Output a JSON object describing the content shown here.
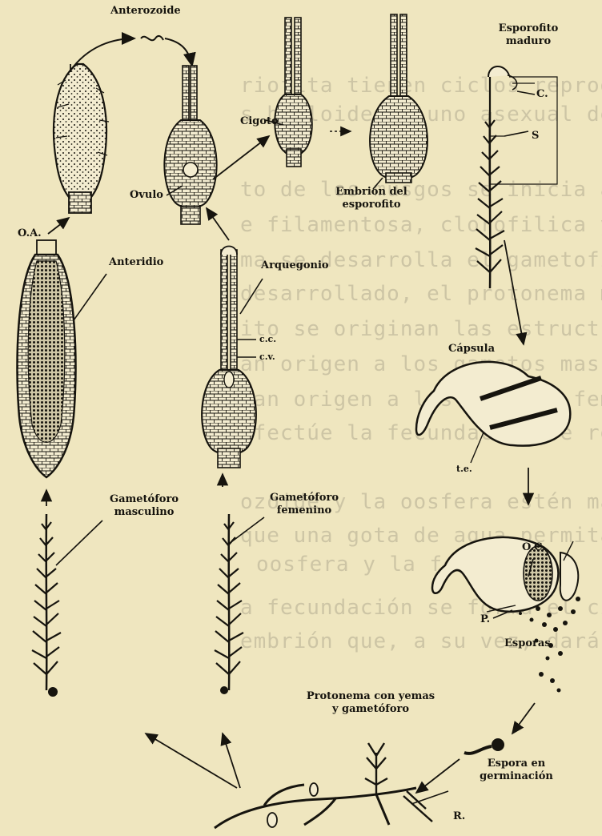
{
  "background_text": [
    "riofita tienen ciclos reproductivos al",
    "s haploides y uno asexual de ...",
    "to de los musgos se inicia a partir de la",
    "e filamentosa, clorofilica y de crecimiento",
    "ma se desarrolla el gametofito ...",
    "desarrollado, el protonema muere.",
    "ito se originan las estructuras reproductoras",
    "an origen a los gametos masculinos ...",
    "Dan origen a los gametos femeninos ...",
    "efectúe la fecundación se requiere ...",
    "ozoide y la oosfera estén maduros.",
    "que una gota de agua permita que el an",
    "oosfera y la fecunde.",
    "a fecundación se forma el cigoto, a part",
    "embrión que, a su vez, dará origen al"
  ],
  "labels": {
    "anterozoide": "Anterozoide",
    "esporofito_maduro": "Esporofito maduro",
    "cigoto": "Cigoto",
    "c": "C.",
    "s": "S",
    "ovulo": "Ovulo",
    "embrion": "Embrión del esporofito",
    "oa": "O.A.",
    "anteridio": "Anteridio",
    "arquegonio": "Arquegonio",
    "cc": "c.c.",
    "cv": "c.v.",
    "capsula": "Cápsula",
    "te": "t.e.",
    "gametoforo_masculino": "Gametóforo masculino",
    "gametoforo_femenino": "Gametóforo femenino",
    "oc": "O.C.",
    "p": "P.",
    "esporas": "Esporas",
    "protonema": "Protonema con yemas y gametóforo",
    "espora_germinacion": "Espora en germinación",
    "r": "R."
  }
}
